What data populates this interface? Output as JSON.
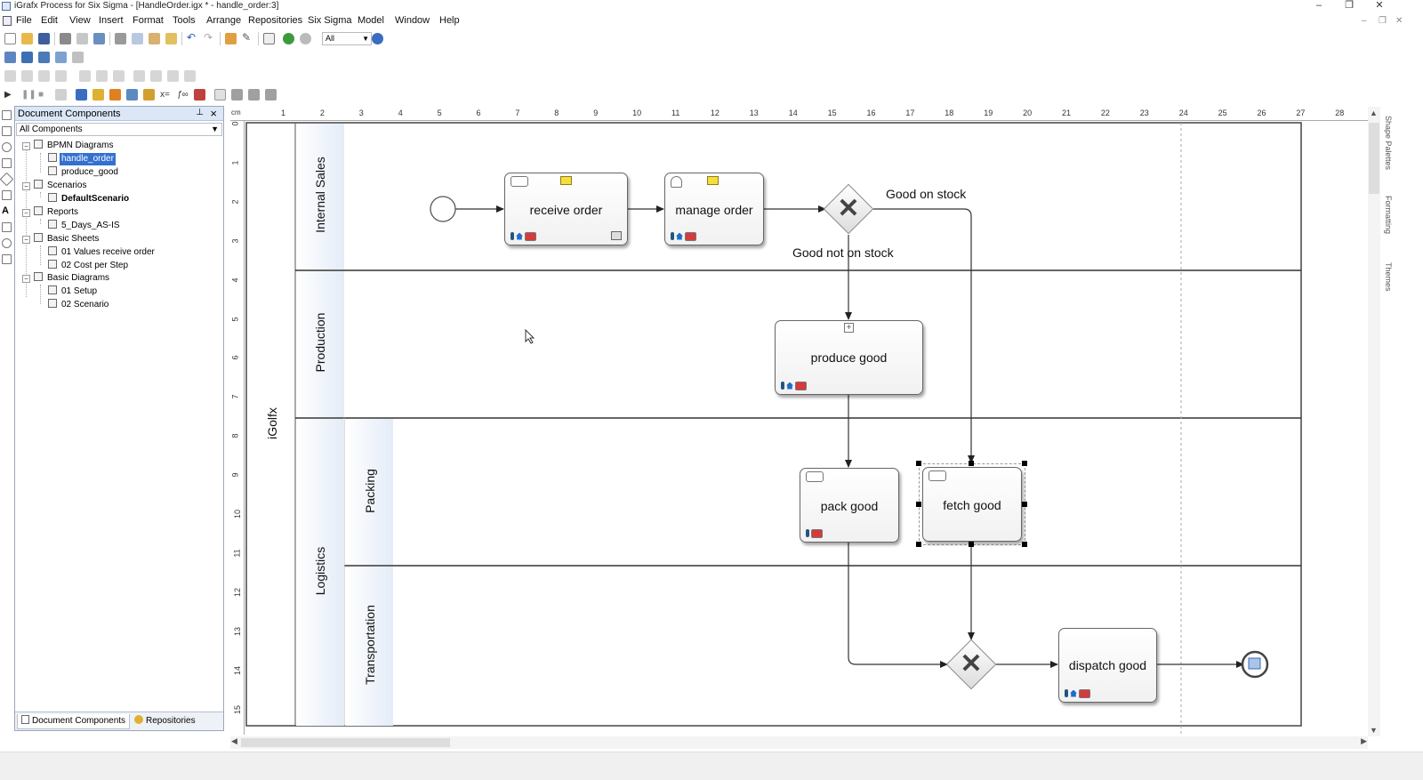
{
  "window": {
    "title": "iGrafx Process for Six Sigma - [HandleOrder.igx * - handle_order:3]"
  },
  "menu": [
    "File",
    "Edit",
    "View",
    "Insert",
    "Format",
    "Tools",
    "Arrange",
    "Repositories",
    "Six Sigma",
    "Model",
    "Window",
    "Help"
  ],
  "toolbar": {
    "zoom_value": "All"
  },
  "doc_components": {
    "title": "Document Components",
    "filter": "All Components",
    "tree": [
      {
        "label": "BPMN Diagrams",
        "level": 0
      },
      {
        "label": "handle_order",
        "level": 1,
        "selected": true
      },
      {
        "label": "produce_good",
        "level": 1
      },
      {
        "label": "Scenarios",
        "level": 0
      },
      {
        "label": "DefaultScenario",
        "level": 1,
        "bold": true
      },
      {
        "label": "Reports",
        "level": 0
      },
      {
        "label": "5_Days_AS-IS",
        "level": 1
      },
      {
        "label": "Basic Sheets",
        "level": 0
      },
      {
        "label": "01 Values receive order",
        "level": 1
      },
      {
        "label": "02 Cost per Step",
        "level": 1
      },
      {
        "label": "Basic Diagrams",
        "level": 0
      },
      {
        "label": "01 Setup",
        "level": 1
      },
      {
        "label": "02 Scenario",
        "level": 1
      }
    ],
    "tabs": [
      "Document Components",
      "Repositories"
    ]
  },
  "ruler": {
    "unit": "cm",
    "top": [
      "1",
      "2",
      "3",
      "4",
      "5",
      "6",
      "7",
      "8",
      "9",
      "10",
      "11",
      "12",
      "13",
      "14",
      "15",
      "16",
      "17",
      "18",
      "19",
      "20",
      "21",
      "22",
      "23",
      "24",
      "25",
      "26",
      "27",
      "28"
    ],
    "left": [
      "0",
      "1",
      "2",
      "3",
      "4",
      "5",
      "6",
      "7",
      "8",
      "9",
      "10",
      "11",
      "12",
      "13",
      "14",
      "15"
    ]
  },
  "right_tabs": [
    "Shape Palettes",
    "Formatting",
    "Themes"
  ],
  "diagram": {
    "pool": "iGolfx",
    "lanes": [
      "Internal Sales",
      "Production",
      "Logistics"
    ],
    "sublanes": [
      "Packing",
      "Transportation"
    ],
    "tasks": {
      "receive_order": "receive order",
      "manage_order": "manage order",
      "produce_good": "produce good",
      "pack_good": "pack good",
      "fetch_good": "fetch good",
      "dispatch_good": "dispatch good"
    },
    "edge_labels": {
      "on_stock": "Good on stock",
      "not_on_stock": "Good not on stock"
    }
  },
  "colors": {
    "lane_header": "#e4ecf8",
    "selection": "#3470d0",
    "message_badge": "#d63a3a",
    "note_badge": "#f4df3c"
  }
}
